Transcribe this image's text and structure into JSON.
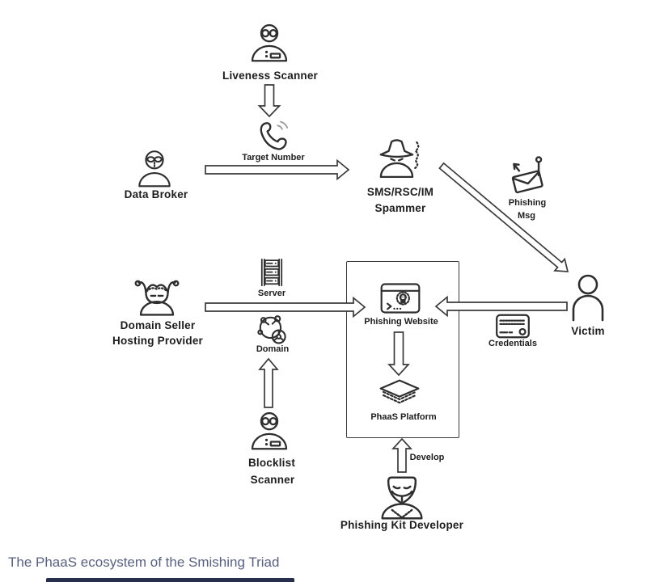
{
  "caption": "The PhaaS ecosystem of the Smishing Triad",
  "colors": {
    "line": "#2e2e2e",
    "arrow_outline": "#3a3a3a",
    "arrow_fill": "#ffffff",
    "caption_text": "#586180",
    "bottom_bar": "#272e4e"
  },
  "nodes": {
    "liveness_scanner": "Liveness Scanner",
    "target_number": "Target Number",
    "data_broker": "Data Broker",
    "spammer_line1": "SMS/RSC/IM",
    "spammer_line2": "Spammer",
    "phishing_msg_line1": "Phishing",
    "phishing_msg_line2": "Msg",
    "victim": "Victim",
    "domain_seller_line1": "Domain Seller",
    "domain_seller_line2": "Hosting Provider",
    "server": "Server",
    "domain": "Domain",
    "blocklist_line1": "Blocklist",
    "blocklist_line2": "Scanner",
    "phishing_website": "Phishing Website",
    "phaas_platform": "PhaaS Platform",
    "credentials": "Credentials",
    "develop": "Develop",
    "phishing_kit_developer": "Phishing Kit Developer"
  }
}
